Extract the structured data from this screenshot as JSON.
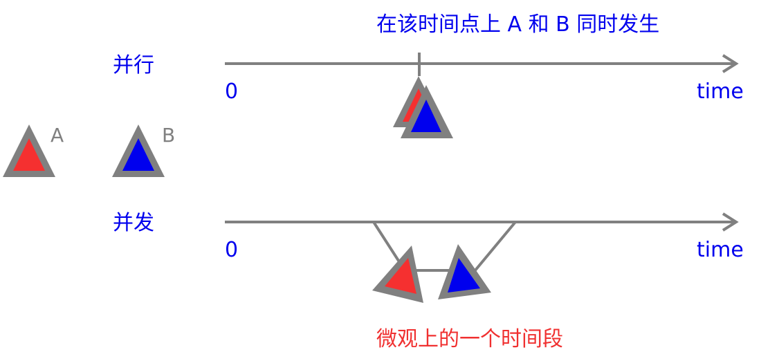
{
  "colors": {
    "label_blue": "#0000ee",
    "caption_red": "#f03030",
    "axis_gray": "#808080",
    "triangle_a_fill": "#f53030",
    "triangle_b_fill": "#0000ee",
    "triangle_border": "#808080"
  },
  "top_caption": "在该时间点上 A 和 B 同时发生",
  "legend": {
    "items": [
      {
        "letter": "A",
        "fill": "red",
        "icon": "red-triangle-icon"
      },
      {
        "letter": "B",
        "fill": "blue",
        "icon": "blue-triangle-icon"
      }
    ]
  },
  "parallel": {
    "label": "并行",
    "axis_origin": "0",
    "axis_end": "time",
    "description": "A and B occur at the same instant (overlapping triangles on a single tick mark)"
  },
  "concurrent": {
    "label": "并发",
    "axis_origin": "0",
    "axis_end": "time",
    "description": "A and B alternate within a small time window"
  },
  "bottom_caption": "微观上的一个时间段"
}
